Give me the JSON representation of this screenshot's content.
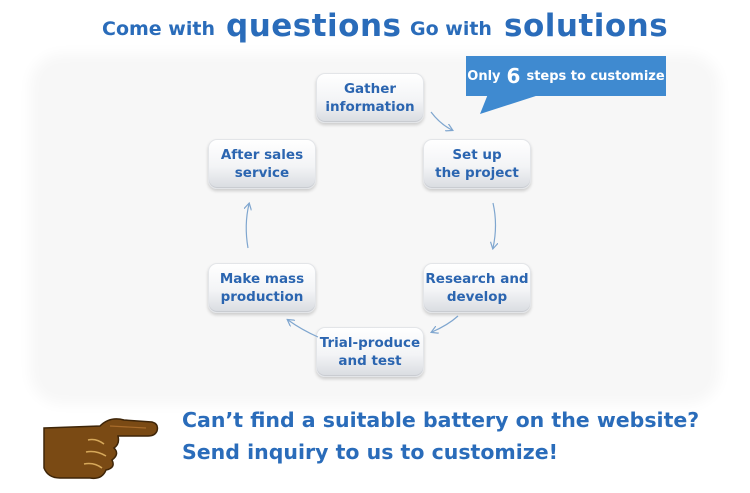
{
  "headline": {
    "part1_small": "Come with",
    "part1_big": "questions",
    "part2_small": "Go with",
    "part2_big": "solutions"
  },
  "callout": {
    "prefix": "Only",
    "number": "6",
    "suffix": "steps to customize"
  },
  "steps": [
    {
      "label": "Gather\ninformation"
    },
    {
      "label": "Set up\nthe project"
    },
    {
      "label": "Research and\ndevelop"
    },
    {
      "label": "Trial-produce\nand test"
    },
    {
      "label": "Make mass\nproduction"
    },
    {
      "label": "After sales\nservice"
    }
  ],
  "footer": {
    "line1": "Can’t find a suitable battery on the website?",
    "line2": "Send inquiry to us to customize!",
    "icon": "pointing-hand-icon"
  },
  "colors": {
    "text_blue": "#2a6cba",
    "callout_blue": "#3f8ad0",
    "hand_brown": "#7a4a14"
  }
}
